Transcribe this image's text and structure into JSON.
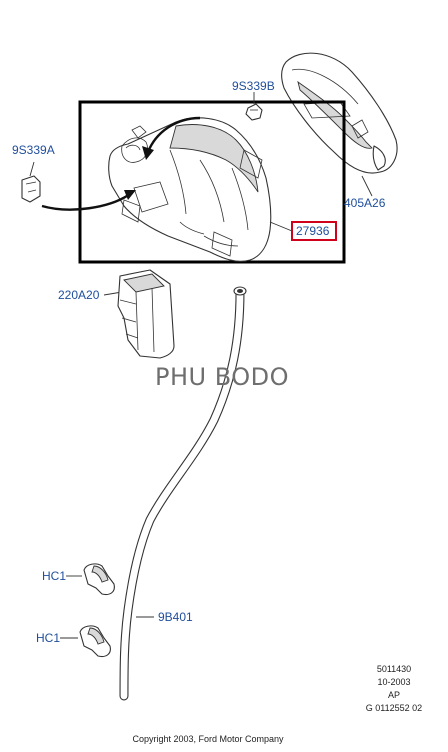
{
  "labels": {
    "part_9s339b": "9S339B",
    "part_9s339a": "9S339A",
    "part_405a26": "405A26",
    "part_27936": "27936",
    "part_220a20": "220A20",
    "part_hc1_upper": "HC1",
    "part_hc1_lower": "HC1",
    "part_9b401": "9B401"
  },
  "watermark": "PHU BODO",
  "reference": {
    "line1": "5011430",
    "line2": "10-2003",
    "line3": "AP",
    "line4": "G 0112552 02"
  },
  "copyright": "Copyright 2003, Ford Motor Company",
  "colors": {
    "label_text": "#1f4e9c",
    "highlight_border": "#d0021b",
    "callout_box": "#000000"
  }
}
